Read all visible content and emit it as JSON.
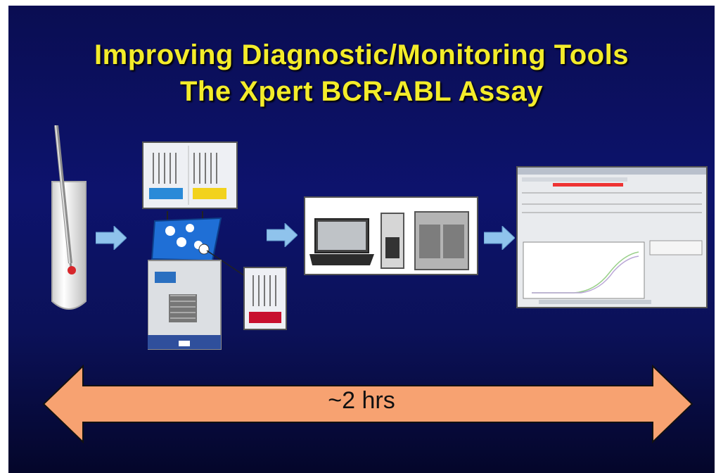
{
  "slide": {
    "title_line1": "Improving Diagnostic/Monitoring Tools",
    "title_line2": "The Xpert BCR-ABL Assay",
    "timeline_label": "~2 hrs"
  },
  "colors": {
    "background": "#0d136d",
    "title": "#f3ec2a",
    "flow_arrow": "#8fc3ec",
    "timeline_arrow": "#f7a271",
    "cartridge_blue": "#1f6fd6",
    "label_yellow": "#f2d21c",
    "label_blue": "#2a8ad8",
    "label_red": "#c8102e"
  },
  "icons": [
    "blood-tube-icon",
    "pipette-icon",
    "reagent-card-icon",
    "cartridge-icon",
    "laptop-icon",
    "desktop-tower-icon",
    "instrument-icon",
    "results-screen-icon",
    "flow-arrow-icon",
    "double-arrow-icon"
  ]
}
